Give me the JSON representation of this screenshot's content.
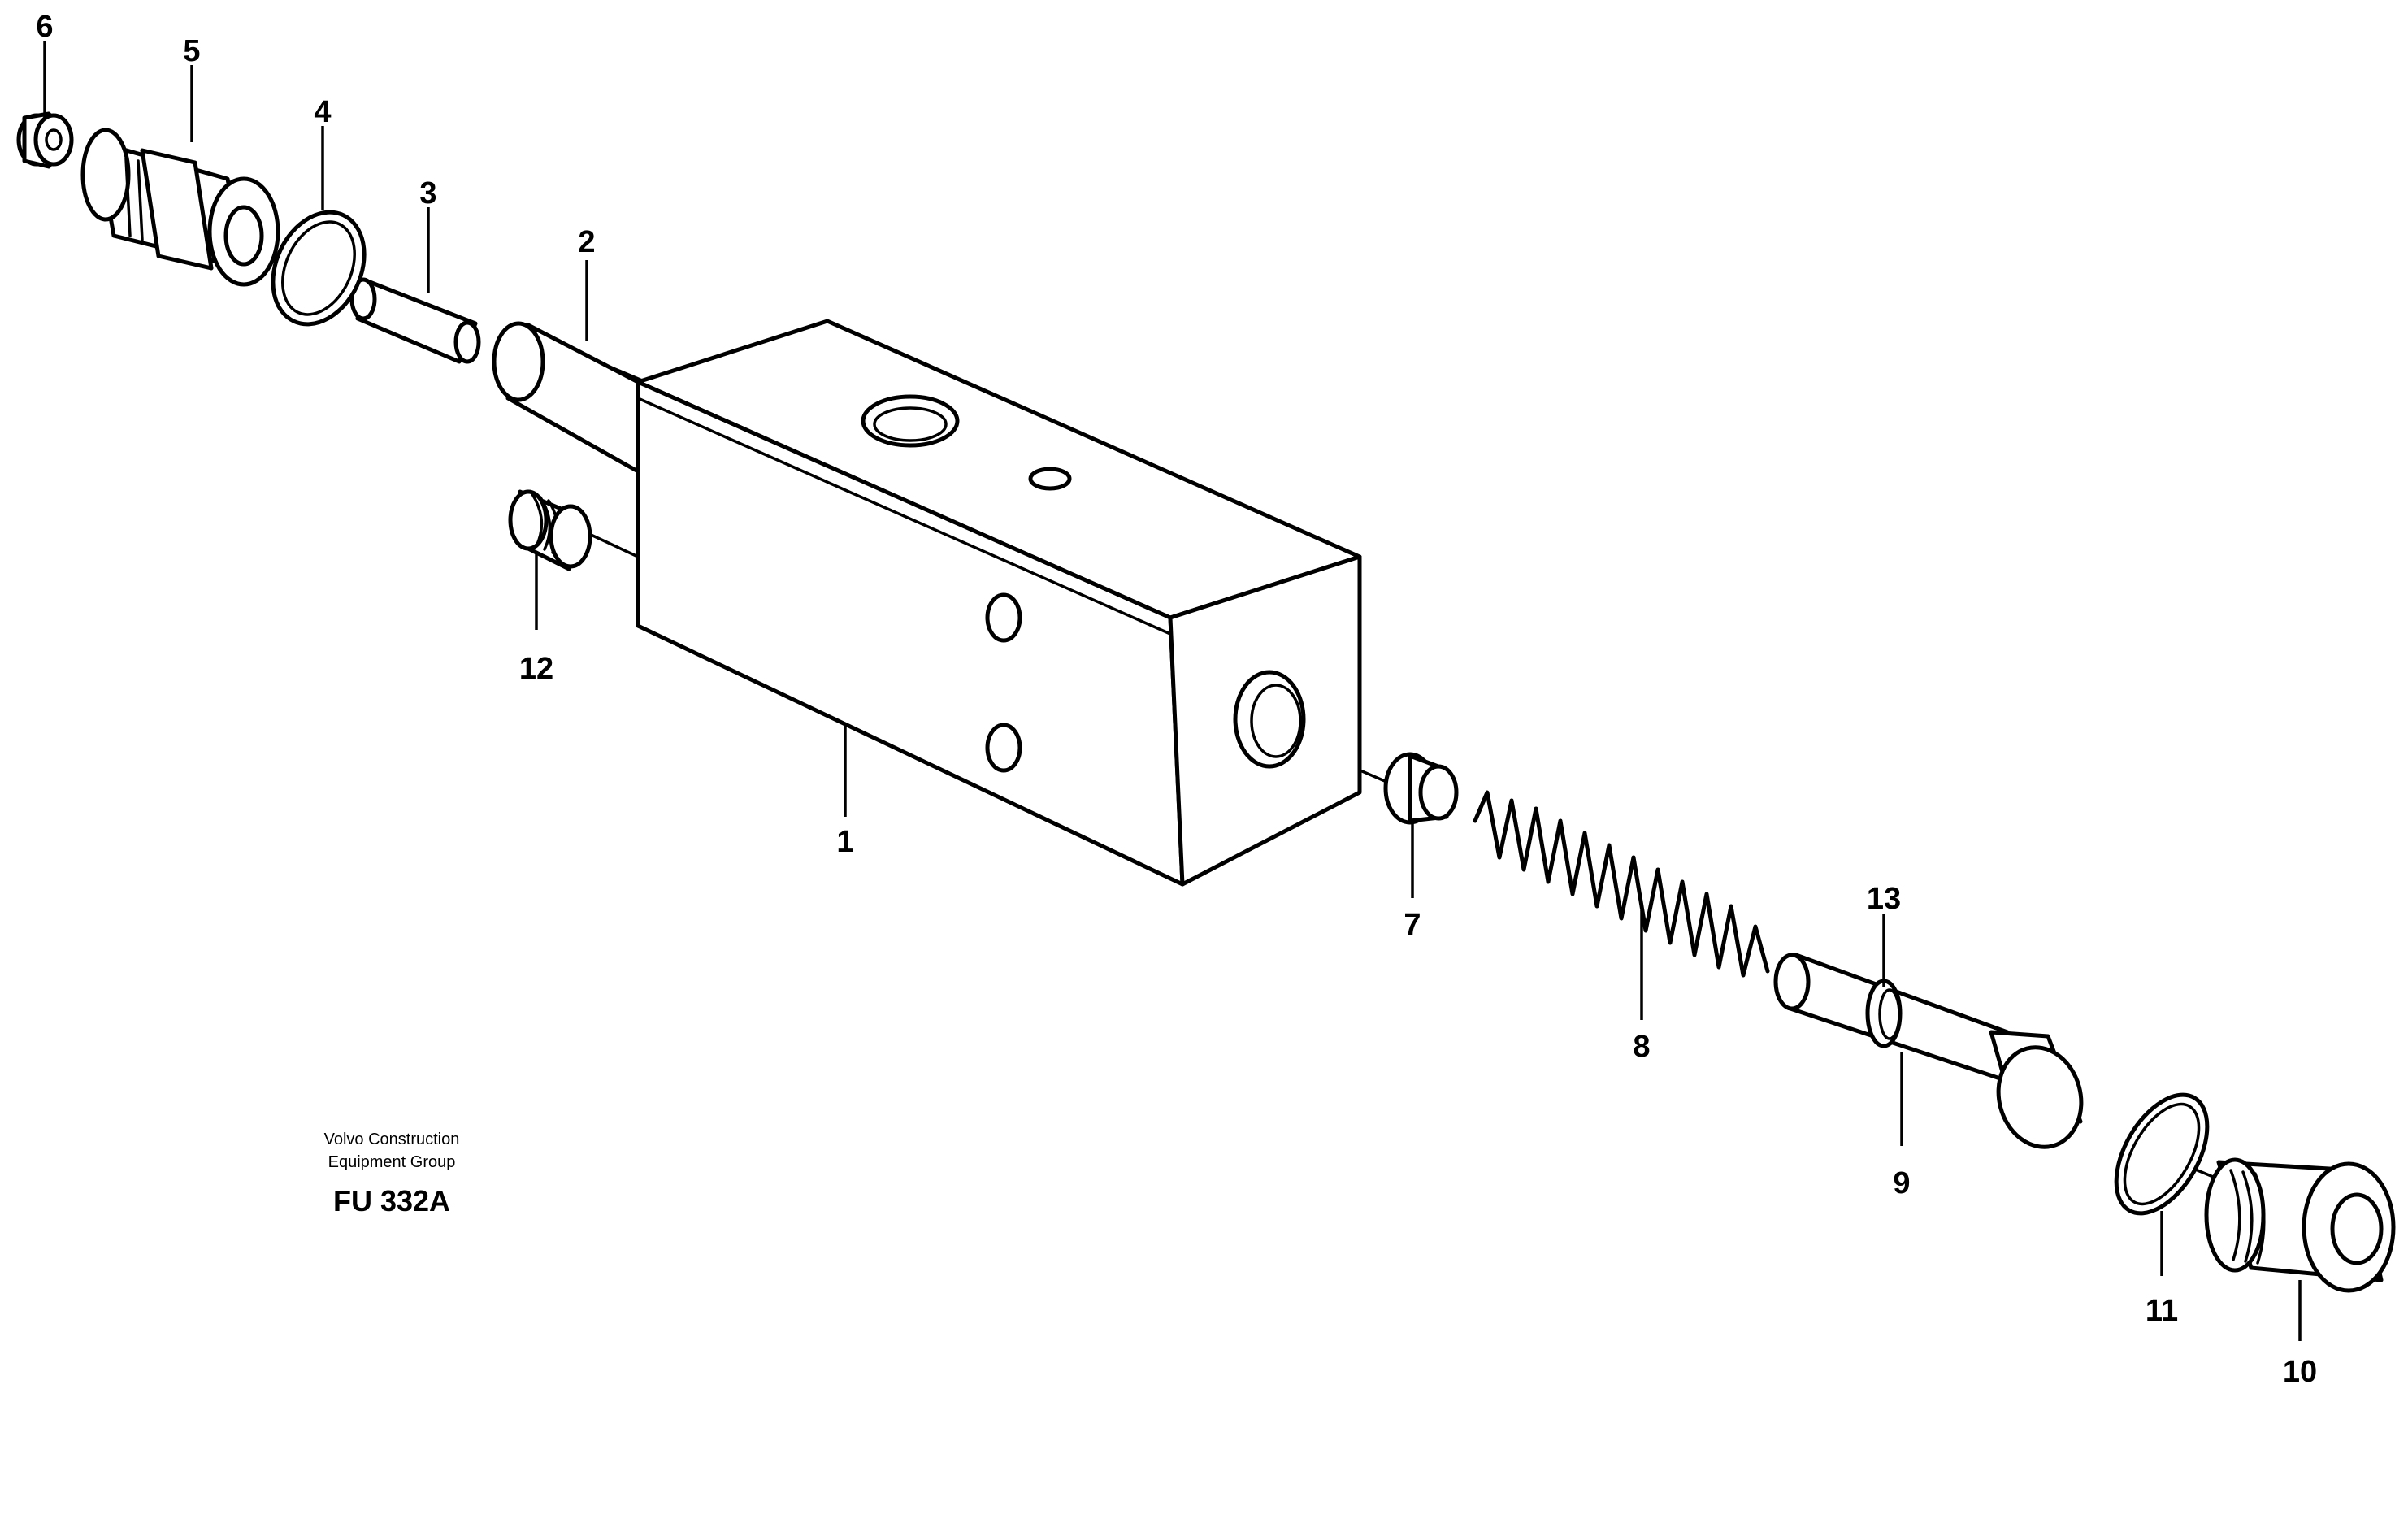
{
  "figure": {
    "manufacturer_line1": "Volvo Construction",
    "manufacturer_line2": "Equipment Group",
    "figure_code": "FU 332A"
  },
  "callouts": [
    "1",
    "2",
    "3",
    "4",
    "5",
    "6",
    "7",
    "8",
    "9",
    "10",
    "11",
    "12",
    "13"
  ]
}
